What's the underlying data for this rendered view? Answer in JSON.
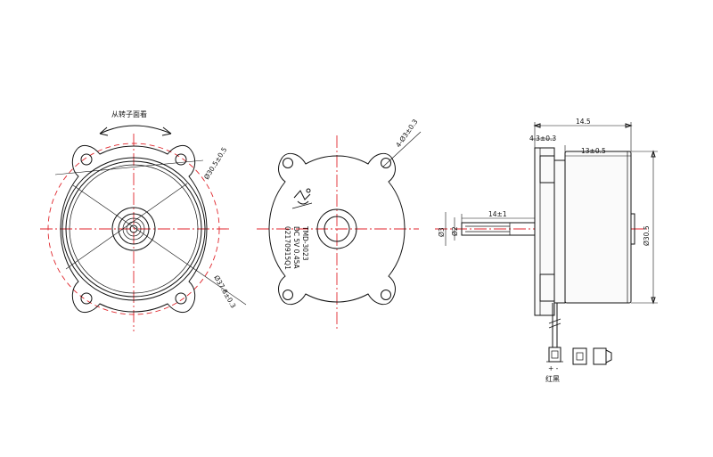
{
  "left_view": {
    "rotation_label": "从转子面看",
    "dia_inner": "Ø30.5±0.5",
    "dia_outer": "Ø37.8±0.3"
  },
  "middle_view": {
    "holes_label": "4-Ø3±0.3",
    "model": "TMD-3023",
    "rating": "DC 5V 0.45A",
    "serial": "02170915Q1"
  },
  "side_view": {
    "overall_length": "14.5",
    "flange_thickness": "4.3±0.3",
    "body_length": "13±0.5",
    "shaft_length": "14±1",
    "shaft_dia": "Ø3",
    "shaft_flat": "Ø2",
    "body_dia": "Ø30.5",
    "wire_colors": "红黑",
    "polarity": "+ -"
  },
  "colors": {
    "line": "#111111",
    "center_line": "#e0262c"
  }
}
